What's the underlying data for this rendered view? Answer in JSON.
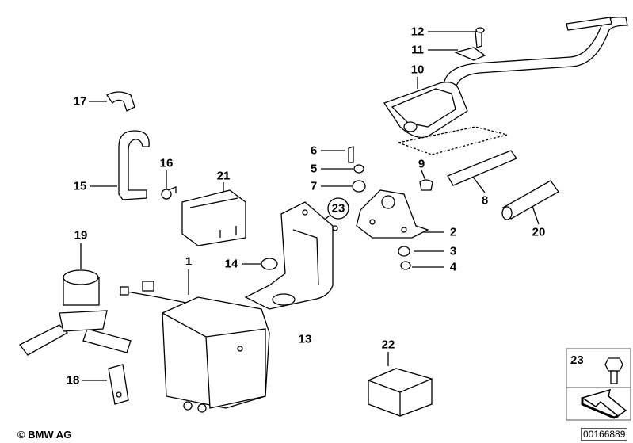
{
  "callouts": {
    "c1": "1",
    "c2": "2",
    "c3": "3",
    "c4": "4",
    "c5": "5",
    "c6": "6",
    "c7": "7",
    "c8": "8",
    "c9": "9",
    "c10": "10",
    "c11": "11",
    "c12": "12",
    "c13": "13",
    "c14": "14",
    "c15": "15",
    "c16": "16",
    "c17": "17",
    "c18": "18",
    "c19": "19",
    "c20": "20",
    "c21": "21",
    "c22": "22",
    "c23": "23"
  },
  "legend_box": {
    "part_number": "23",
    "icon": "hex-bolt-icon",
    "arrow_icon": "arrow-icon"
  },
  "copyright": "© BMW AG",
  "reference_number": "00166889"
}
